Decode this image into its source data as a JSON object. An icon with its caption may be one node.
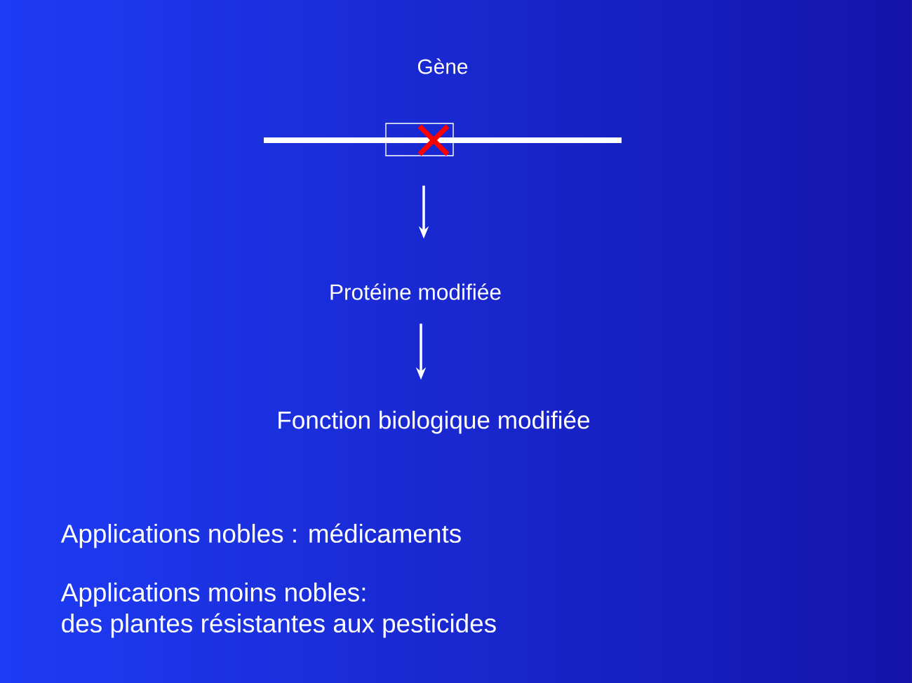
{
  "diagram": {
    "nodes": [
      {
        "text": [
          "Gène"
        ]
      },
      {
        "text": [
          "Protéine modifiée"
        ]
      },
      {
        "text": [
          "Fonction biologique modifiée"
        ]
      }
    ],
    "edges": [
      {
        "from": 0,
        "to": 1,
        "arrow": "to"
      },
      {
        "from": 1,
        "to": 2,
        "arrow": "to"
      }
    ],
    "labels": [
      "Applications nobles : médicaments",
      "Applications moins nobles:",
      "des plantes résistantes aux pesticides"
    ]
  }
}
